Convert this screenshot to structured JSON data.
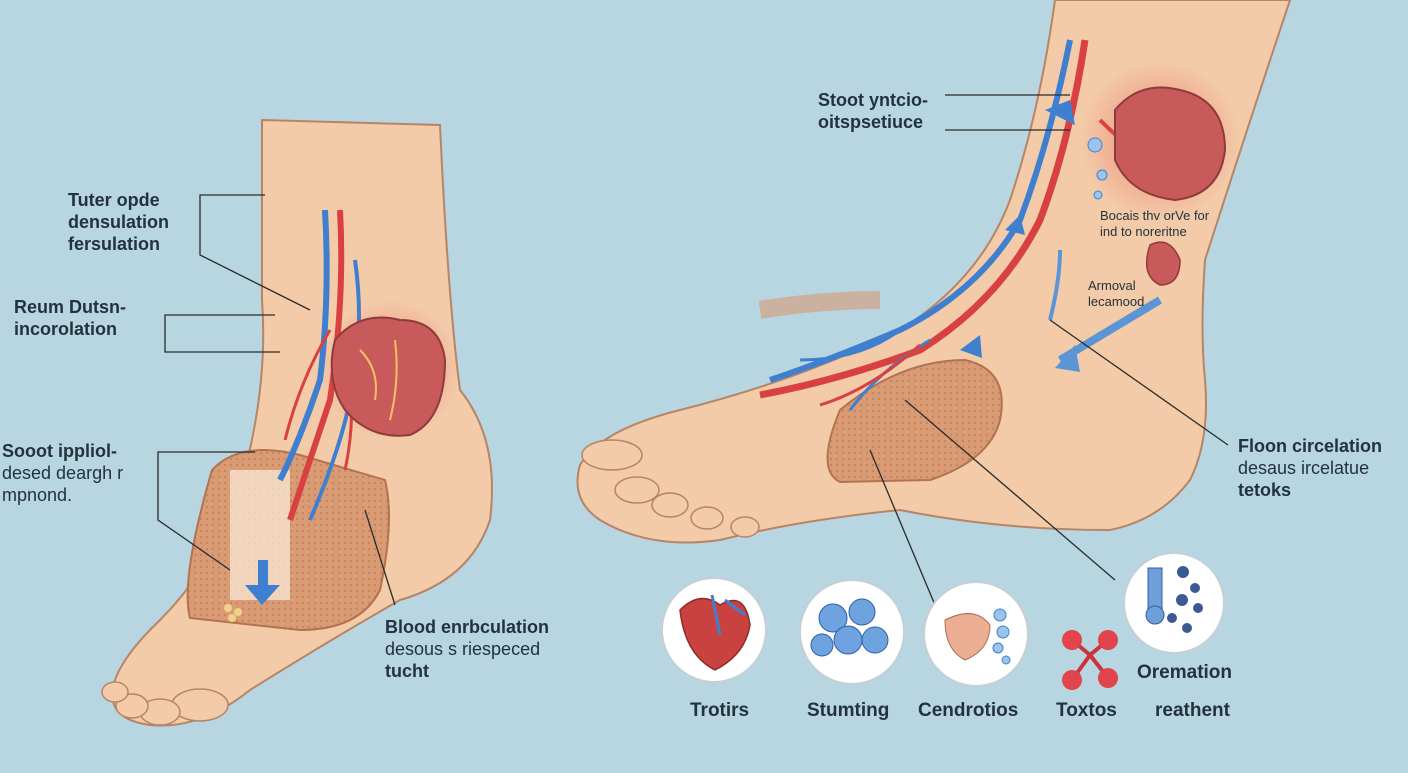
{
  "left_labels": {
    "top": [
      "Tuter opde",
      "densulation",
      "fersulation"
    ],
    "middle": [
      "Reum Dutsn-",
      "incorolation"
    ],
    "lower": [
      "Sooot ippliol-",
      "desed deargh r",
      "mpnond."
    ],
    "bottom": [
      "Blood enrbculation",
      "desous s riespeced",
      "tucht"
    ]
  },
  "right_labels": {
    "top": [
      "Stoot yntcio-",
      "oitspsetiuce"
    ],
    "small_a": [
      "Bocais thv orVe for",
      "ind to noreritne"
    ],
    "small_b": [
      "Armoval",
      "lecamood"
    ],
    "side": [
      "Floon circelation",
      "desaus ircelatue",
      "tetoks"
    ]
  },
  "icons": [
    {
      "name": "Trotirs",
      "icon": "heart-vessel-icon"
    },
    {
      "name": "Stumting",
      "icon": "cell-cluster-icon"
    },
    {
      "name": "Cendrotios",
      "icon": "tissue-bubble-icon"
    },
    {
      "name": "Toxtos",
      "icon": "molecule-icon"
    },
    {
      "name": "reathent",
      "icon": "syringe-bubble-icon"
    }
  ],
  "icon_extra_label": "Oremation",
  "colors": {
    "background": "#b8d5e2",
    "skin": "#f3cba8",
    "artery": "#d8413f",
    "vein": "#3f7fd0",
    "inflammation": "#c95a5c",
    "patch": "#d79a73"
  }
}
